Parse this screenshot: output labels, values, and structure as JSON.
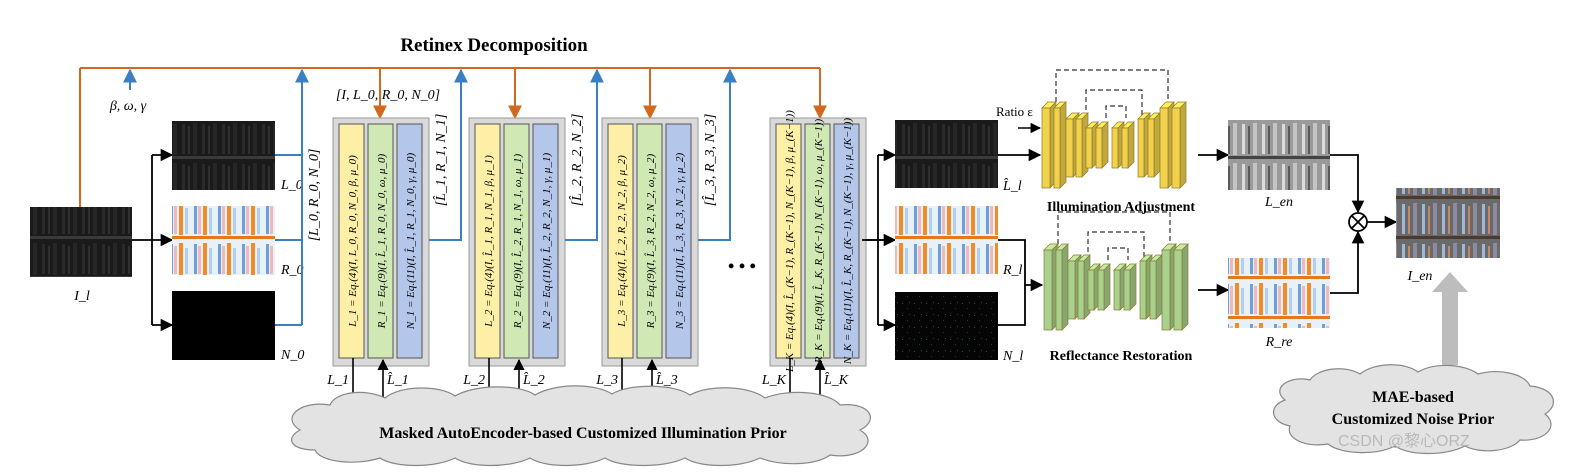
{
  "title": "Retinex Decomposition",
  "params_label": "β, ω, γ",
  "input_label": "I_l",
  "stage0_outputs": [
    "L_0",
    "R_0",
    "N_0"
  ],
  "stage0_tuple": "[L_0, R_0, N_0]",
  "top_input_tuple": "[I, L_0, R_0, N_0]",
  "stages": [
    {
      "eqs": [
        "L_1 = Eq.(4)(I, L_0, R_0, N_0, β, μ_0)",
        "R_1 = Eq.(9)(I, L̂_1, R_0, N_0, ω, μ_0)",
        "N_1 = Eq.(11)(I, L̂_1, R_1, N_0, γ, μ_0)"
      ],
      "out_tuple": "[L̂_1, R_1, N_1]",
      "prior_out": "L_1",
      "prior_in": "L̂_1"
    },
    {
      "eqs": [
        "L_2 = Eq.(4)(I, L̂_1, R_1, N_1, β, μ_1)",
        "R_2 = Eq.(9)(I, L̂_2, R_1, N_1, ω, μ_1)",
        "N_2 = Eq.(11)(I, L̂_2, R_2, N_1, γ, μ_1)"
      ],
      "out_tuple": "[L̂_2, R_2, N_2]",
      "prior_out": "L_2",
      "prior_in": "L̂_2"
    },
    {
      "eqs": [
        "L_3 = Eq.(4)(I, L̂_2, R_2, N_2, β, μ_2)",
        "R_3 = Eq.(9)(I, L̂_3, R_2, N_2, ω, μ_2)",
        "N_3 = Eq.(11)(I, L̂_3, R_3, N_2, γ, μ_2)"
      ],
      "out_tuple": "[L̂_3, R_3, N_3]",
      "prior_out": "L_3",
      "prior_in": "L̂_3"
    },
    {
      "eqs": [
        "L_K = Eq.(4)(I, L̂_(K−1), R_(K−1), N_(K−1), β, μ_(K−1))",
        "R_K = Eq.(9)(I, L̂_K, R_(K−1), N_(K−1), ω, μ_(K−1))",
        "N_K = Eq.(11)(I, L̂_K, R_(K−1), N_(K−1), γ, μ_(K−1))"
      ],
      "out_tuple": "",
      "prior_out": "L_K",
      "prior_in": "L̂_K"
    }
  ],
  "ellipsis": "• • •",
  "final_outputs": [
    "L̂_l",
    "R_l",
    "N_l"
  ],
  "ratio_label": "Ratio ε",
  "illum_adjust_label": "Illumination Adjustment",
  "refl_restore_label": "Reflectance Restoration",
  "L_en_label": "L_en",
  "R_re_label": "R_re",
  "I_en_label": "I_en",
  "mae_illum_prior": "Masked AutoEncoder-based Customized Illumination Prior",
  "mae_noise_prior": [
    "MAE-based",
    "Customized Noise Prior"
  ],
  "watermark": "CSDN @黎心ORZ",
  "colors": {
    "orange_arrow": "#d2691e",
    "blue_arrow": "#3a7fc1",
    "yellow_box": "#fdf0a6",
    "green_box": "#cfe8b4",
    "blue_box": "#b4c6ea",
    "gray_panel": "#d9d9d9",
    "net_yellow": "#f3d24b",
    "net_green": "#a9d18e"
  }
}
